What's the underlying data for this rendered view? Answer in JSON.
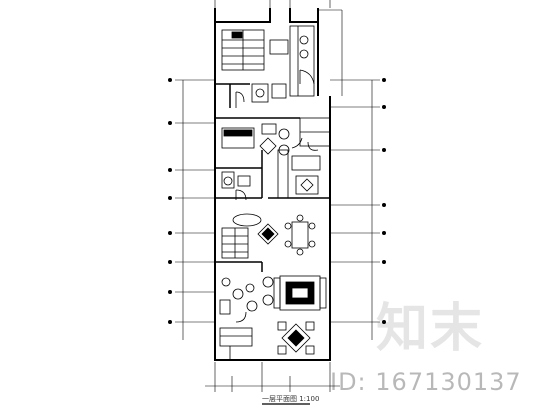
{
  "watermark": {
    "logo_text": "知末",
    "id_text": "ID: 167130137"
  },
  "drawing": {
    "title": "一层平面图 1:100",
    "accent_color": "#000000",
    "watermark_color": "#9a9a9a"
  }
}
